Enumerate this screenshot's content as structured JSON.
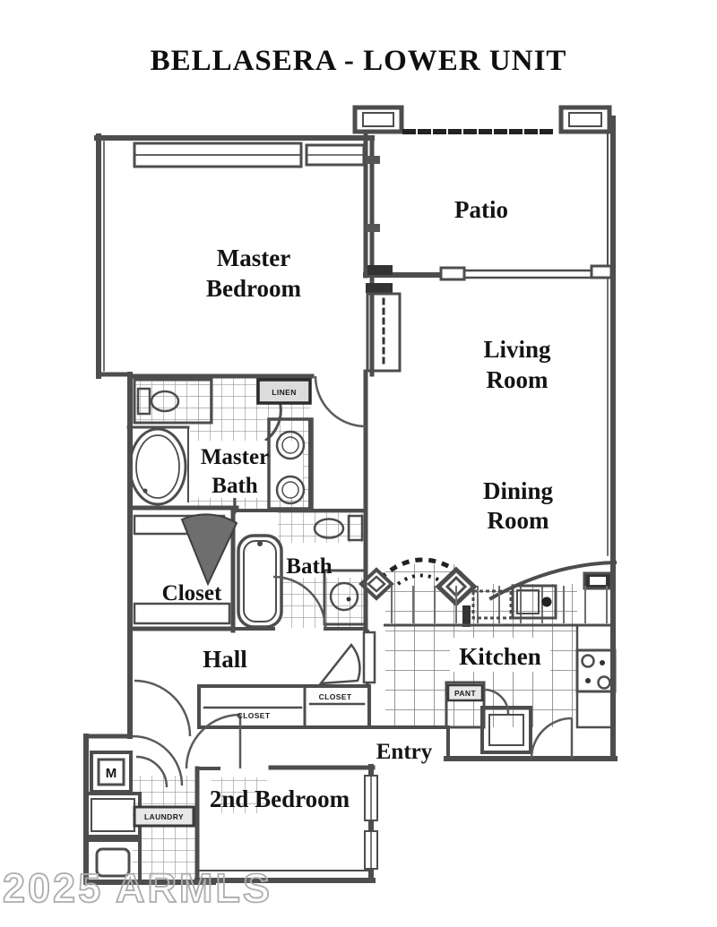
{
  "title": "BELLASERA - LOWER UNIT",
  "watermark": "2025 ARMLS",
  "colors": {
    "wall": "#4d4d4d",
    "ink": "#1a1a1a",
    "tile": "#8c8c8c",
    "watermark": "#adadad",
    "background": "#ffffff"
  },
  "rooms": {
    "master_bedroom": {
      "line1": "Master",
      "line2": "Bedroom"
    },
    "patio": {
      "label": "Patio"
    },
    "living_room": {
      "line1": "Living",
      "line2": "Room"
    },
    "dining_room": {
      "line1": "Dining",
      "line2": "Room"
    },
    "master_bath": {
      "line1": "Master",
      "line2": "Bath"
    },
    "closet": {
      "label": "Closet"
    },
    "bath": {
      "label": "Bath"
    },
    "hall": {
      "label": "Hall"
    },
    "kitchen": {
      "label": "Kitchen"
    },
    "entry": {
      "label": "Entry"
    },
    "second_bedroom": {
      "label": "2nd Bedroom"
    }
  },
  "fixtures": {
    "linen": "LINEN",
    "closet_hall_1": "CLOSET",
    "closet_hall_2": "CLOSET",
    "pantry": "PANT",
    "laundry": "LAUNDRY",
    "mechanical": "M"
  }
}
